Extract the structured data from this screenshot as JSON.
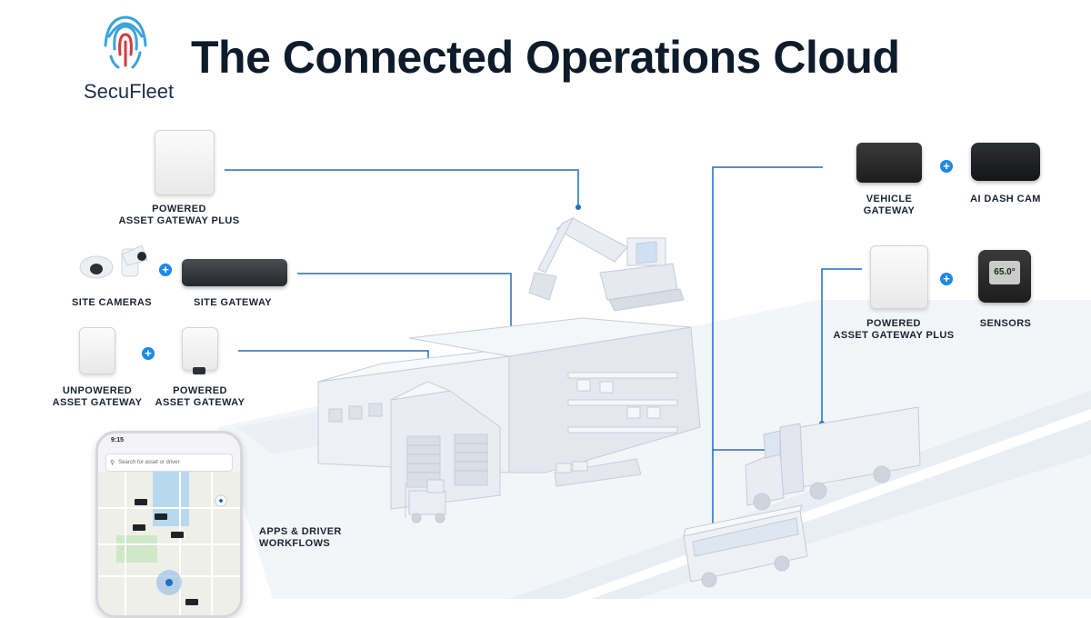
{
  "header": {
    "title": "The Connected Operations Cloud",
    "logo_text": "SecuFleet",
    "logo_icon": "fingerprint-icon"
  },
  "left_devices": {
    "powered_plus": "POWERED\nASSET GATEWAY PLUS",
    "site_cameras": "SITE CAMERAS",
    "site_gateway": "SITE GATEWAY",
    "unpowered": "UNPOWERED\nASSET GATEWAY",
    "powered": "POWERED\nASSET GATEWAY"
  },
  "right_devices": {
    "vehicle_gateway": "VEHICLE\nGATEWAY",
    "ai_dash_cam": "AI DASH CAM",
    "powered_plus": "POWERED\nASSET GATEWAY PLUS",
    "sensors": "SENSORS",
    "sensor_reading": "65.0°"
  },
  "apps": {
    "label": "APPS & DRIVER\nWORKFLOWS",
    "phone_time": "9:15",
    "search_placeholder": "Search for asset or driver"
  },
  "colors": {
    "accent": "#1e88e5",
    "connector": "#1e6fbf",
    "title": "#0d1b2a"
  }
}
